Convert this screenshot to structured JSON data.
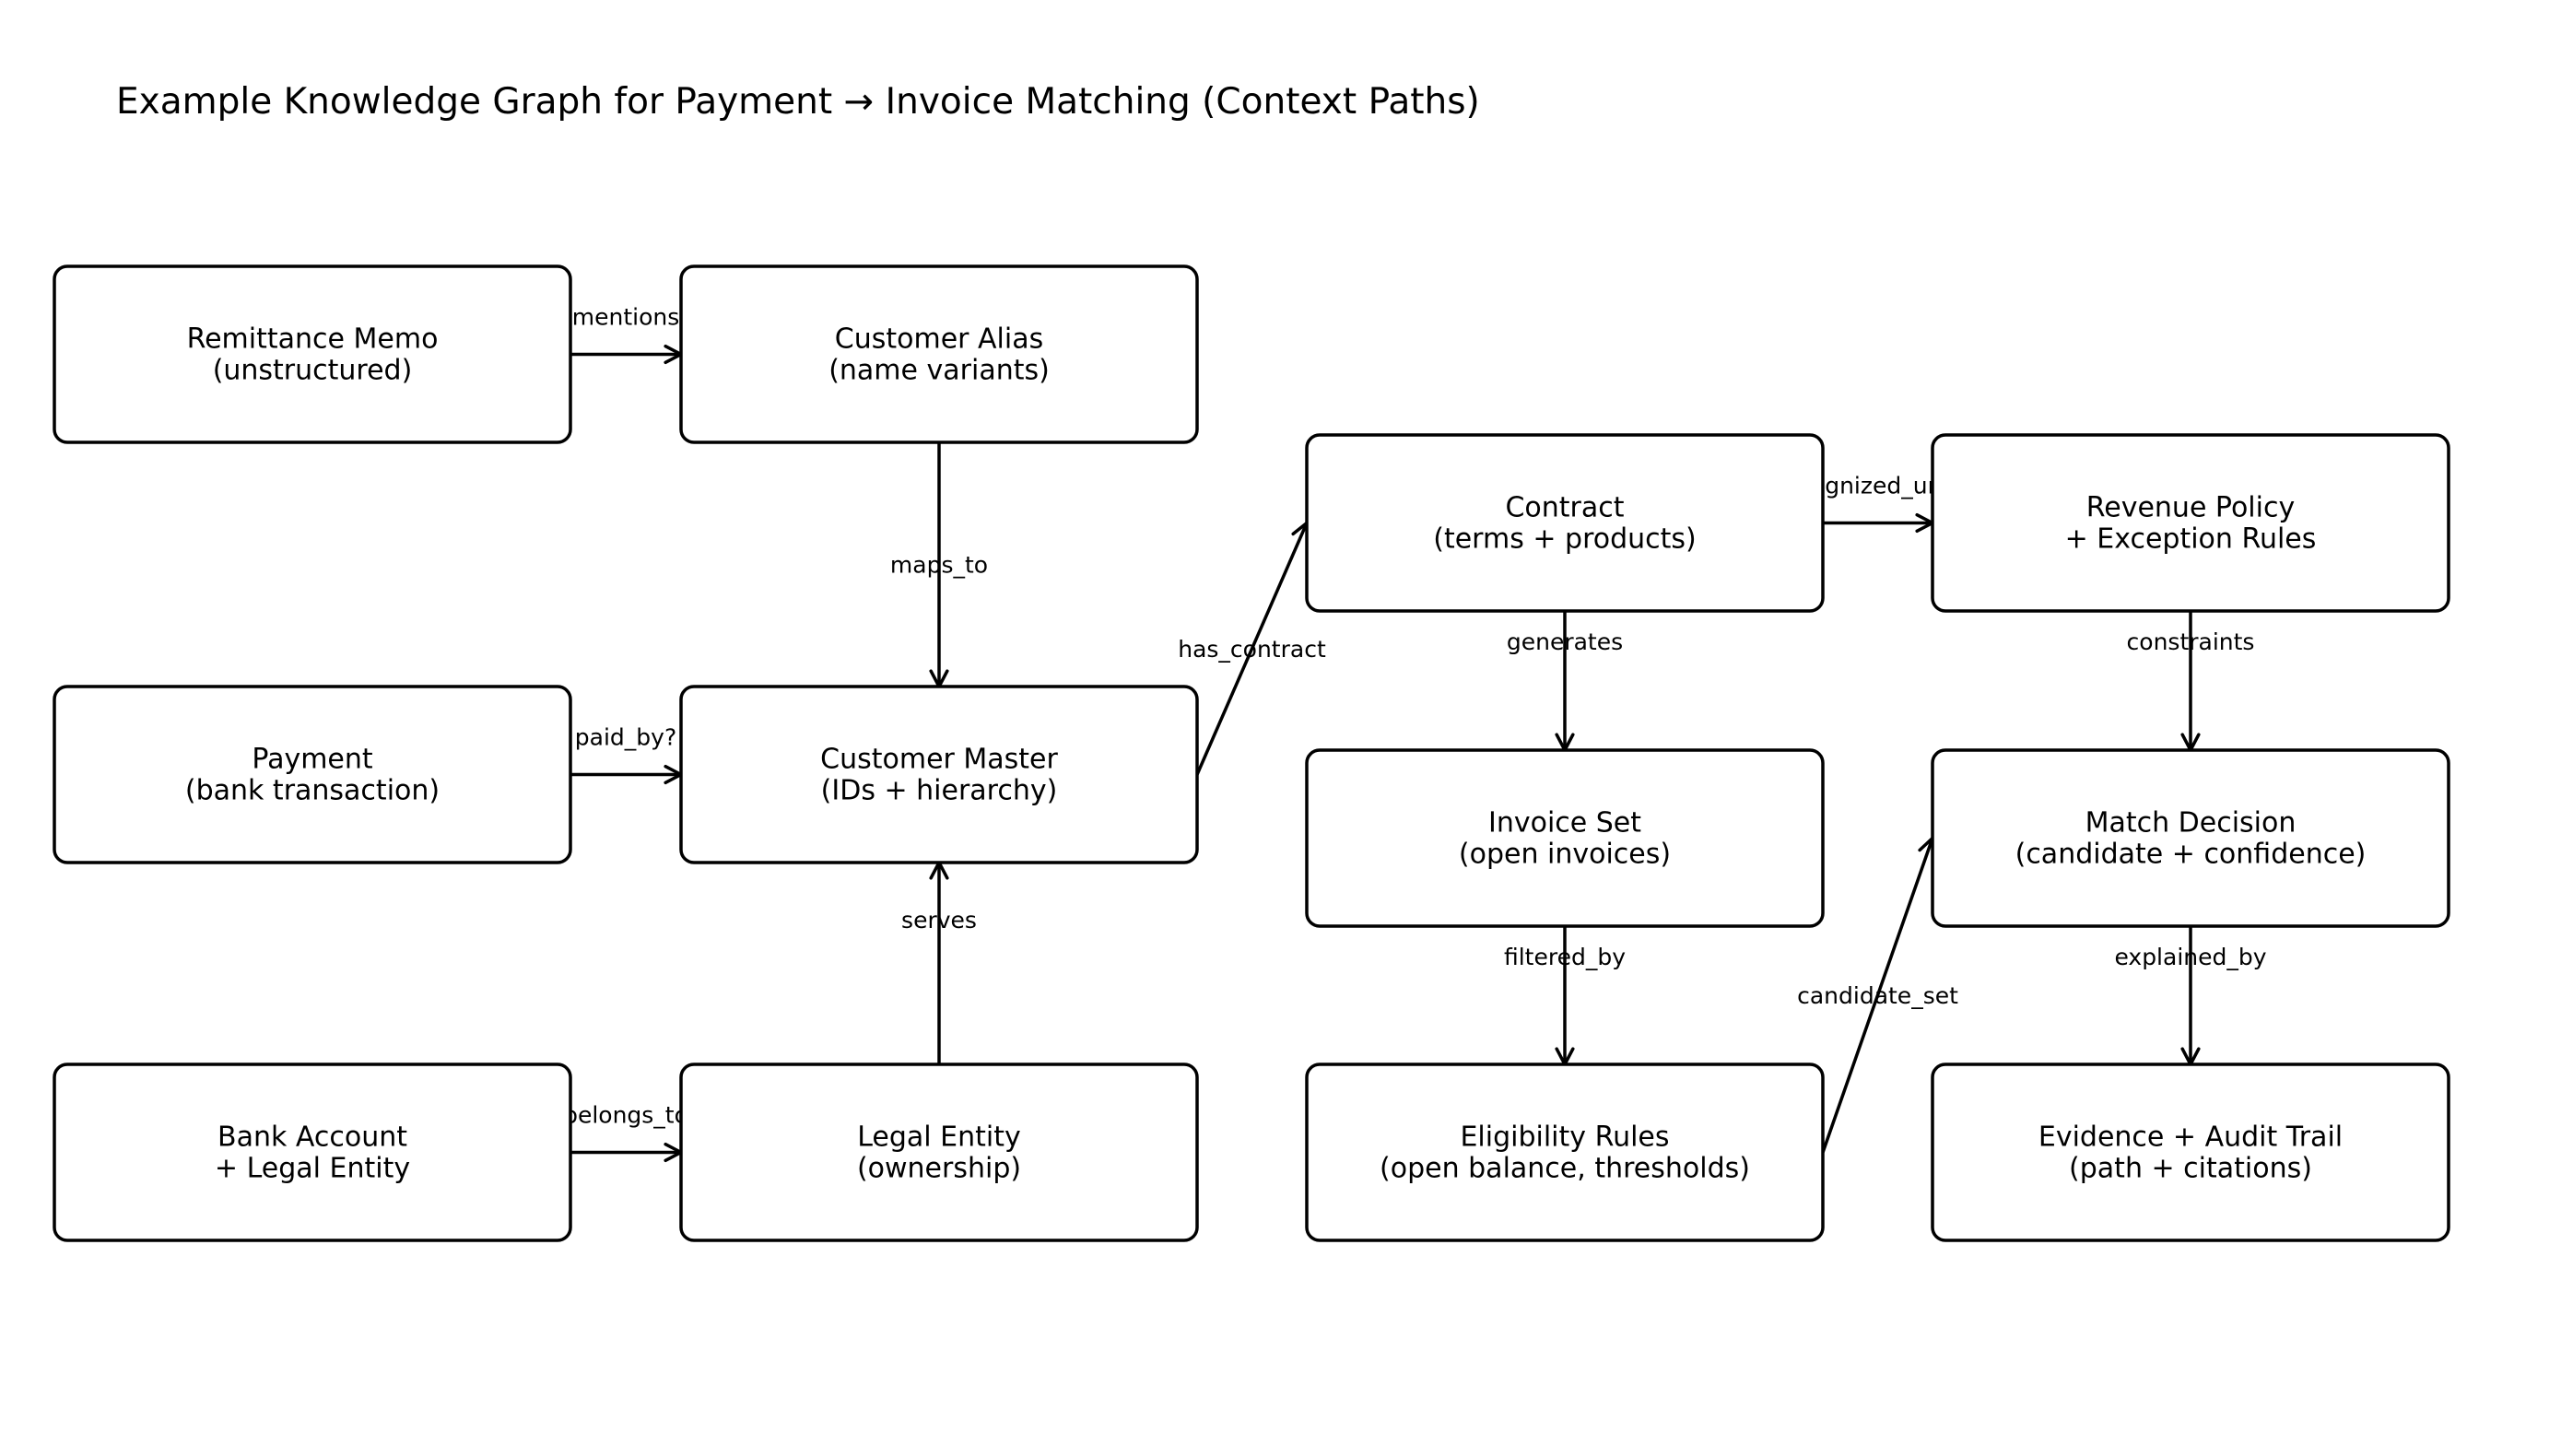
{
  "title": "Example Knowledge Graph for Payment → Invoice Matching (Context Paths)",
  "nodes": [
    {
      "id": "remittance_memo",
      "lines": [
        "Remittance Memo",
        "(unstructured)"
      ]
    },
    {
      "id": "customer_alias",
      "lines": [
        "Customer Alias",
        "(name variants)"
      ]
    },
    {
      "id": "payment",
      "lines": [
        "Payment",
        "(bank transaction)"
      ]
    },
    {
      "id": "customer_master",
      "lines": [
        "Customer Master",
        "(IDs + hierarchy)"
      ]
    },
    {
      "id": "bank_account",
      "lines": [
        "Bank Account",
        "+ Legal Entity"
      ]
    },
    {
      "id": "legal_entity",
      "lines": [
        "Legal Entity",
        "(ownership)"
      ]
    },
    {
      "id": "contract",
      "lines": [
        "Contract",
        "(terms + products)"
      ]
    },
    {
      "id": "revenue_policy",
      "lines": [
        "Revenue Policy",
        "+ Exception Rules"
      ]
    },
    {
      "id": "invoice_set",
      "lines": [
        "Invoice Set",
        "(open invoices)"
      ]
    },
    {
      "id": "match_decision",
      "lines": [
        "Match Decision",
        "(candidate + confidence)"
      ]
    },
    {
      "id": "eligibility_rules",
      "lines": [
        "Eligibility Rules",
        "(open balance, thresholds)"
      ]
    },
    {
      "id": "evidence_audit",
      "lines": [
        "Evidence + Audit Trail",
        "(path + citations)"
      ]
    }
  ],
  "edges": [
    {
      "from": "remittance_memo",
      "to": "customer_alias",
      "label": "mentions"
    },
    {
      "from": "customer_alias",
      "to": "customer_master",
      "label": "maps_to"
    },
    {
      "from": "payment",
      "to": "customer_master",
      "label": "paid_by?"
    },
    {
      "from": "legal_entity",
      "to": "customer_master",
      "label": "serves"
    },
    {
      "from": "bank_account",
      "to": "legal_entity",
      "label": "belongs_to"
    },
    {
      "from": "customer_master",
      "to": "contract",
      "label": "has_contract"
    },
    {
      "from": "contract",
      "to": "revenue_policy",
      "label": "recognized_under"
    },
    {
      "from": "contract",
      "to": "invoice_set",
      "label": "generates"
    },
    {
      "from": "revenue_policy",
      "to": "match_decision",
      "label": "constraints"
    },
    {
      "from": "invoice_set",
      "to": "eligibility_rules",
      "label": "filtered_by"
    },
    {
      "from": "eligibility_rules",
      "to": "match_decision",
      "label": "candidate_set"
    },
    {
      "from": "match_decision",
      "to": "evidence_audit",
      "label": "explained_by"
    }
  ]
}
